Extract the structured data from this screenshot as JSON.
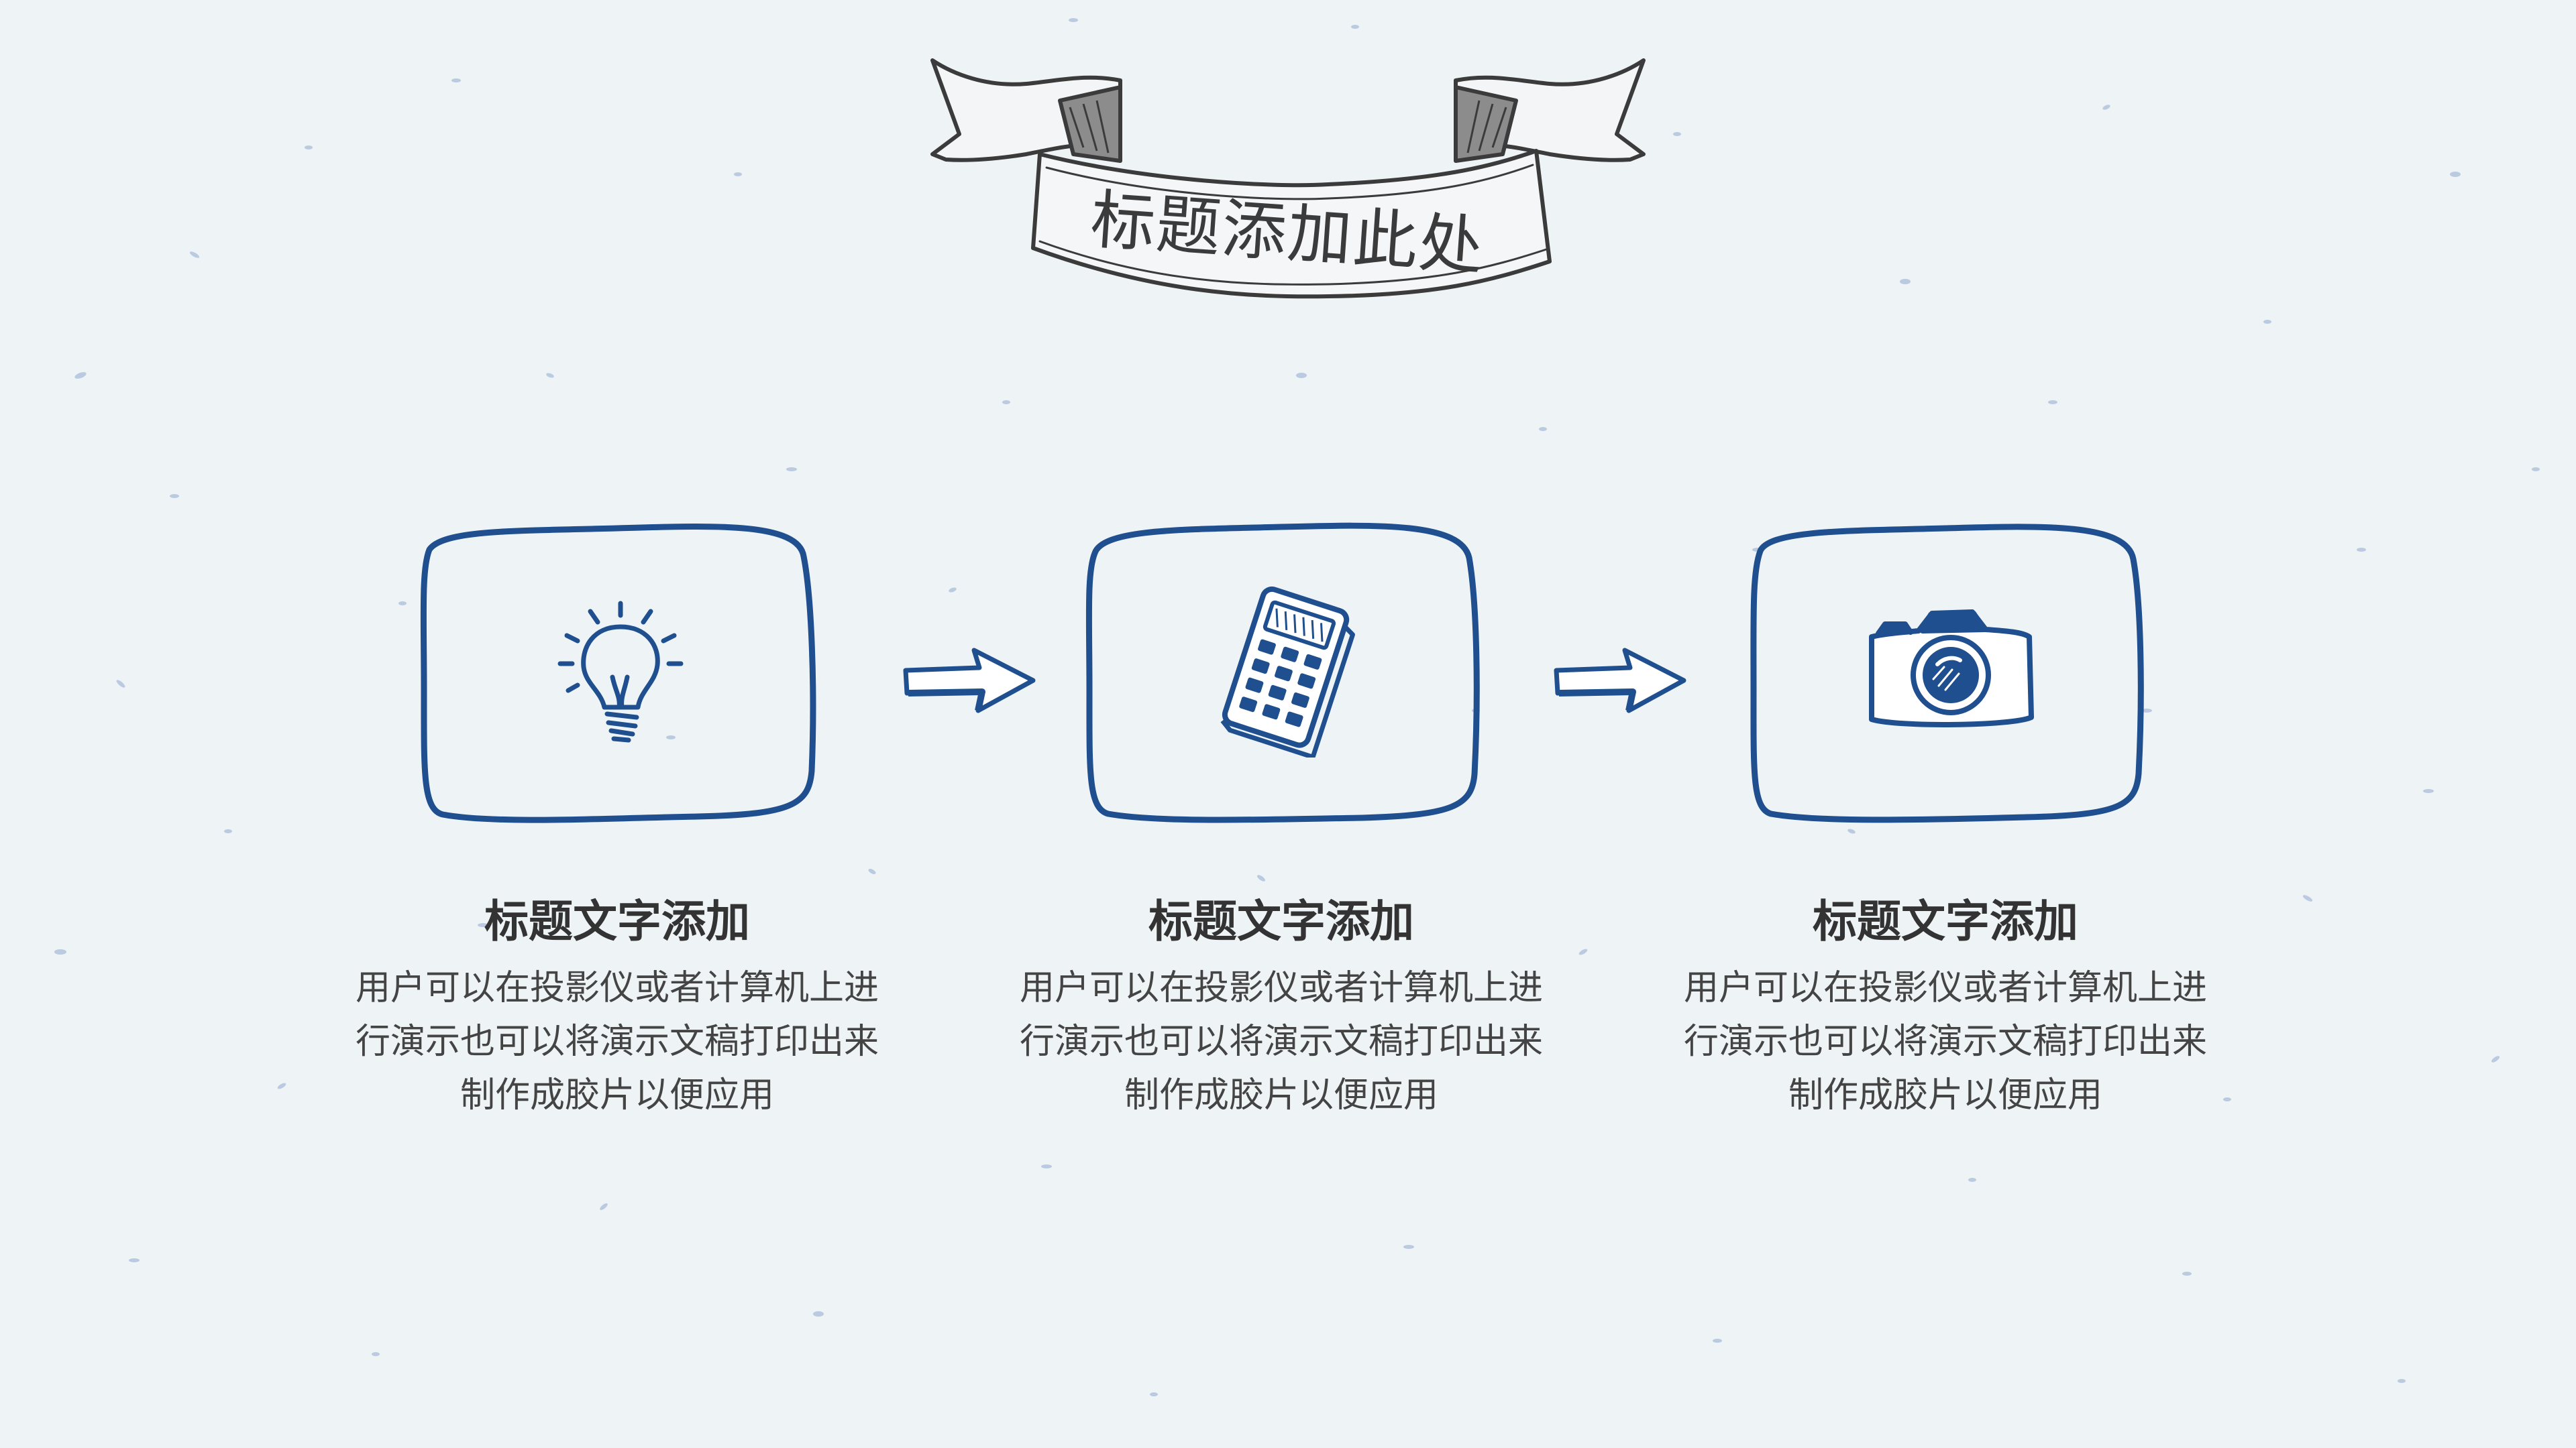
{
  "title": "标题添加此处",
  "colors": {
    "background": "#eef3f6",
    "accent_blue": "#1f4f8f",
    "ink": "#3b3b3b",
    "speckle": "#9fb3d3"
  },
  "steps": [
    {
      "icon": "lightbulb-icon",
      "heading": "标题文字添加",
      "lines": [
        "用户可以在投影仪或者计算机上进",
        "行演示也可以将演示文稿打印出来",
        "制作成胶片以便应用"
      ]
    },
    {
      "icon": "calculator-icon",
      "heading": "标题文字添加",
      "lines": [
        "用户可以在投影仪或者计算机上进",
        "行演示也可以将演示文稿打印出来",
        "制作成胶片以便应用"
      ]
    },
    {
      "icon": "camera-icon",
      "heading": "标题文字添加",
      "lines": [
        "用户可以在投影仪或者计算机上进",
        "行演示也可以将演示文稿打印出来",
        "制作成胶片以便应用"
      ]
    }
  ]
}
